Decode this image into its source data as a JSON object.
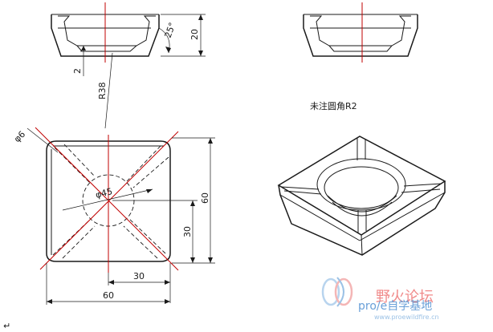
{
  "dims": {
    "h20": "20",
    "a25": "25°",
    "d2": "2",
    "r38": "R38",
    "phi6": "φ6",
    "phi45": "φ45",
    "w60v": "60",
    "w30v": "30",
    "w30h": "30",
    "w60h": "60"
  },
  "note": "未注圆角R2",
  "watermark": {
    "title": "野火论坛",
    "subtitle": "pro/e自学基地",
    "url": "www.proewildfire.cn"
  },
  "corner_mark": "↵",
  "colors": {
    "centerline": "#c00000",
    "line": "#1a1a1a",
    "watermark_red": "#f08a8a",
    "watermark_blue": "#6aa0d8"
  }
}
